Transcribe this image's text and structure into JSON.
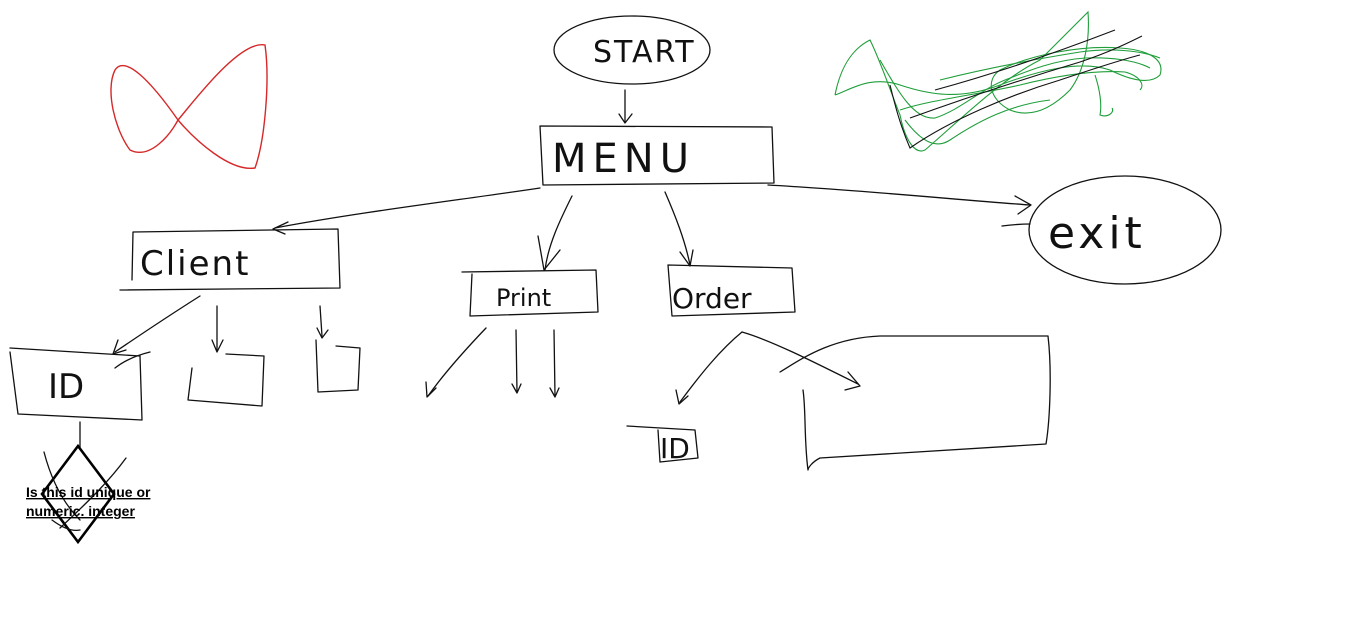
{
  "diagram": {
    "nodes": {
      "start": "START",
      "menu": "MENU",
      "exit": "exit",
      "client": "Client",
      "print": "Print",
      "order": "Order",
      "id": "ID",
      "order_id": "ID"
    },
    "decision_note": {
      "line1": "Is this id unique or",
      "line2": "numeric. integer"
    },
    "colors": {
      "ink": "#111111",
      "red_scribble": "#d62828",
      "green_scribble": "#1f9e3a",
      "background": "#ffffff"
    }
  }
}
